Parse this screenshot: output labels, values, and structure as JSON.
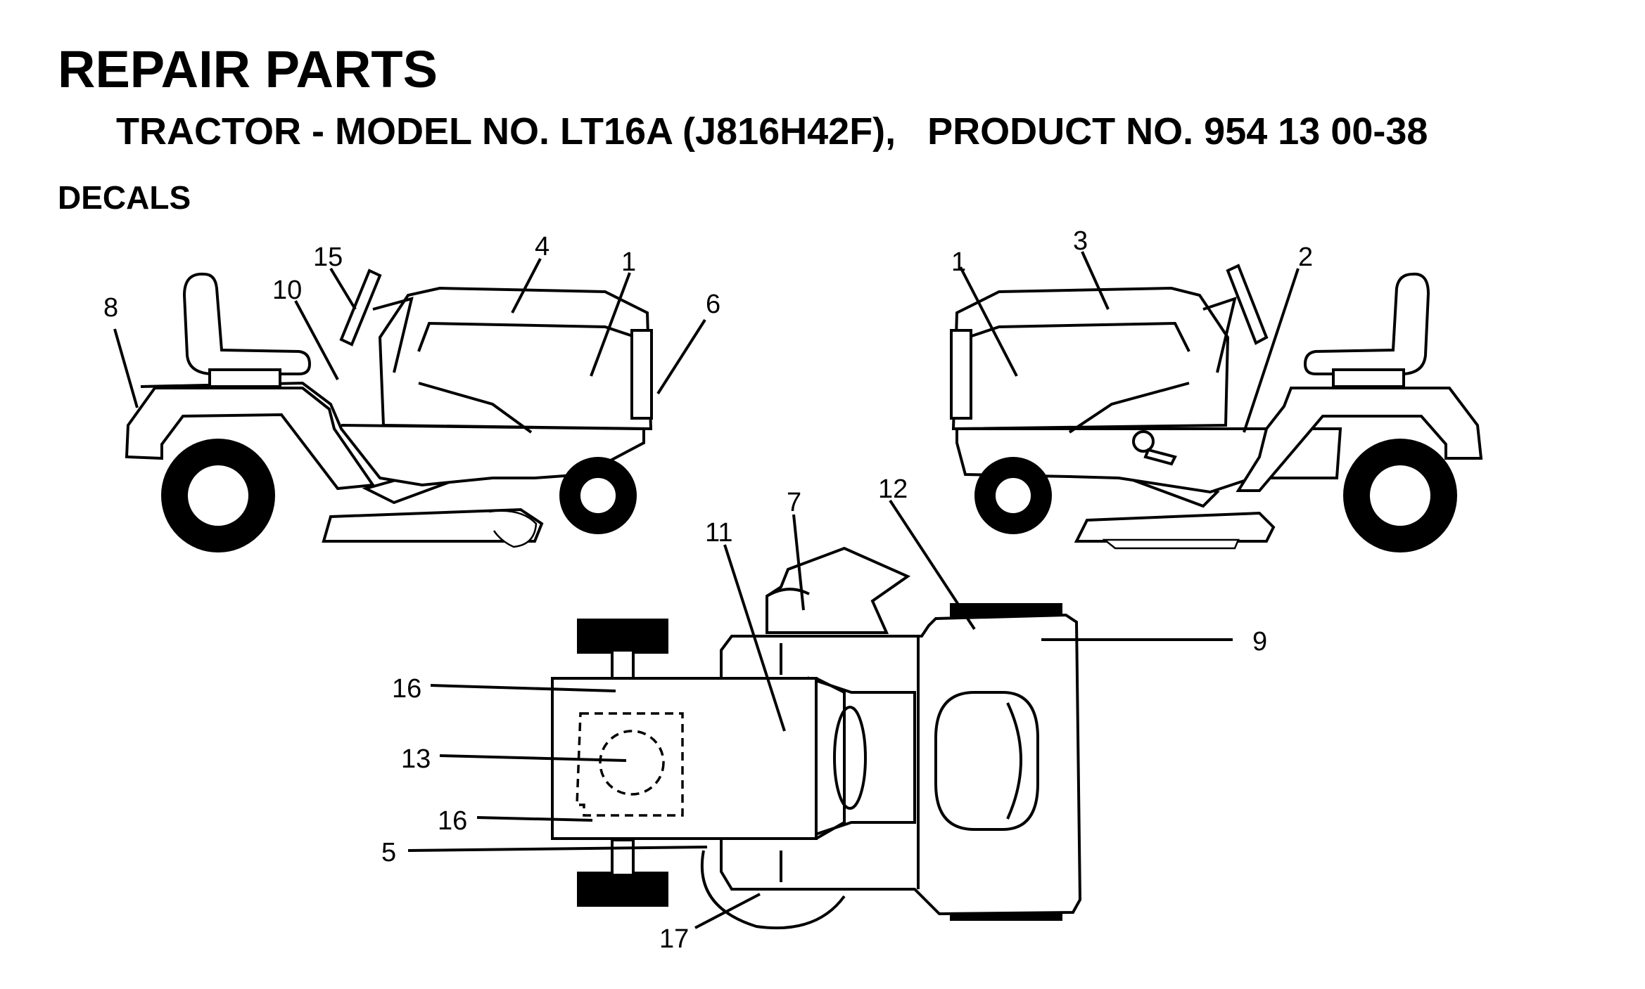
{
  "header": {
    "title": "REPAIR PARTS",
    "subtitle": "TRACTOR - MODEL NO. LT16A (J816H42F),   PRODUCT NO. 954 13 00-38",
    "section": "DECALS"
  },
  "callouts": {
    "left_view": [
      "1",
      "4",
      "6",
      "8",
      "10",
      "15"
    ],
    "right_view": [
      "1",
      "2",
      "3"
    ],
    "top_view": [
      "5",
      "7",
      "9",
      "11",
      "12",
      "13",
      "16",
      "16",
      "17"
    ]
  }
}
